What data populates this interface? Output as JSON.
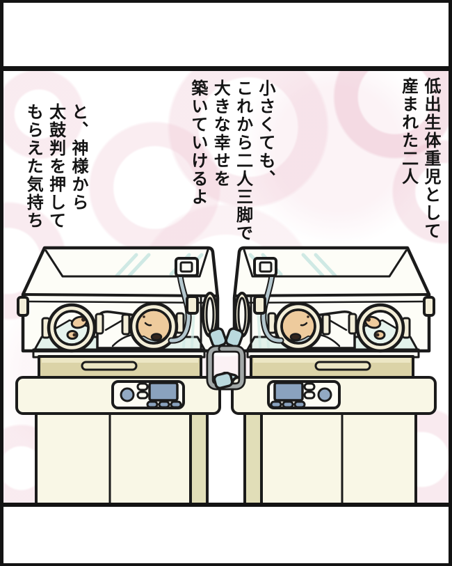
{
  "colors": {
    "ink": "#1b1b1b",
    "cream": "#f9f7e6",
    "creamLight": "#fdfcf4",
    "olive": "#e1deb8",
    "tan": "#dbd3a7",
    "tanLight": "#ece6c4",
    "mattress": "#e3f2eb",
    "mattressDeep": "#e7f4ee",
    "skin": "#eecb9d",
    "faceInk": "#33261e",
    "tube": "#b4c7ce",
    "screen": "#8aa2be",
    "buttonBlue": "#92a9c3",
    "accentBlue": "#bad9de",
    "handleGray": "#a3a9a9",
    "hoodWhite": "#fdfdf7",
    "streak": "#cfe9e4",
    "ring": "#f3eed8",
    "pinkTexture": "#ecbecd",
    "frame": "#131313"
  },
  "panel": {
    "texts": {
      "right": "低出生体重児として\n産まれた二人",
      "middle": "小さくても、\nこれから二人三脚で\n大きな幸せを\n築いていけるよ",
      "left": "と、神様から\n太鼓判を押して\nもらえた気持ち"
    }
  },
  "illustration": {
    "left_figure": "infant-incubator-with-baby-head-to-right",
    "right_figure": "infant-incubator-with-baby-head-to-left"
  }
}
